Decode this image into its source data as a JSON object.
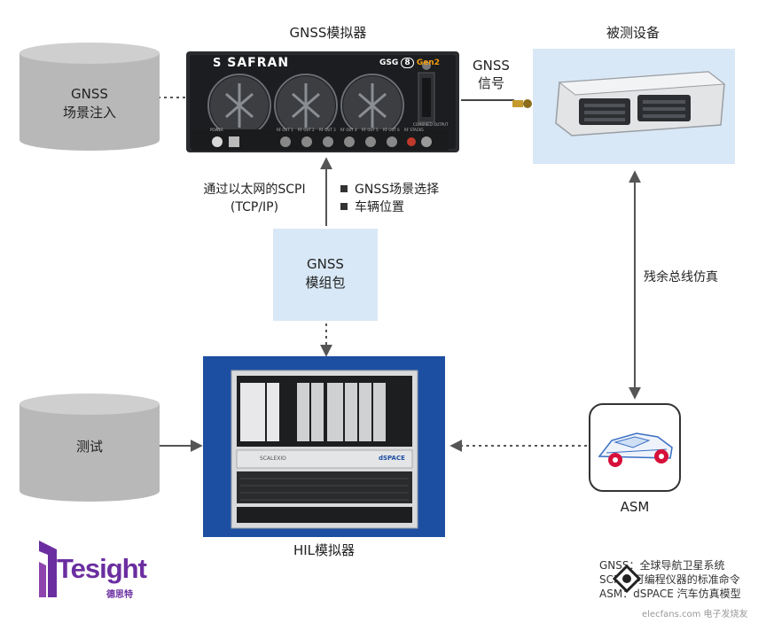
{
  "gnss_simulator": {
    "title": "GNSS模拟器",
    "brand": "SAFRAN",
    "model_prefix": "GSG",
    "model_num": "8",
    "model_suffix": "Gen2",
    "power_label": "POWER",
    "port_labels": [
      "RF OUT 1",
      "RF OUT 2",
      "RF OUT 3",
      "RF OUT 4",
      "RF OUT 5",
      "RF OUT 6",
      "RF STACKS"
    ],
    "combined_label": "COMBINED OUTPUT"
  },
  "scenario_injection": {
    "line1": "GNSS",
    "line2": "场景注入"
  },
  "gnss_signal": {
    "line1": "GNSS",
    "line2": "信号"
  },
  "dut": {
    "title": "被测设备"
  },
  "scpi": {
    "line1": "通过以太网的SCPI",
    "line2": "(TCP/IP)"
  },
  "bullets": [
    "GNSS场景选择",
    "车辆位置"
  ],
  "gnss_module": {
    "line1": "GNSS",
    "line2": "模组包"
  },
  "restbus": {
    "label": "残余总线仿真"
  },
  "test": {
    "label": "测试"
  },
  "hil": {
    "label": "HIL模拟器",
    "rack_label1": "SCALEXIO",
    "rack_label2": "dSPACE"
  },
  "asm": {
    "label": "ASM"
  },
  "legend": [
    "GNSS：全球导航卫星系统",
    "SCPI：可编程仪器的标准命令",
    "ASM：dSPACE 汽车仿真模型"
  ],
  "logo": {
    "text": "Tesight",
    "sub": "德思特"
  },
  "watermark": "elecfans.com 电子发烧友",
  "colors": {
    "accent_blue": "#1c4fa1",
    "light_box": "#d9e8f6",
    "cylinder": "#b8b8b8",
    "logo_purple": "#6b2ea0",
    "asm_red": "#d6103a"
  }
}
